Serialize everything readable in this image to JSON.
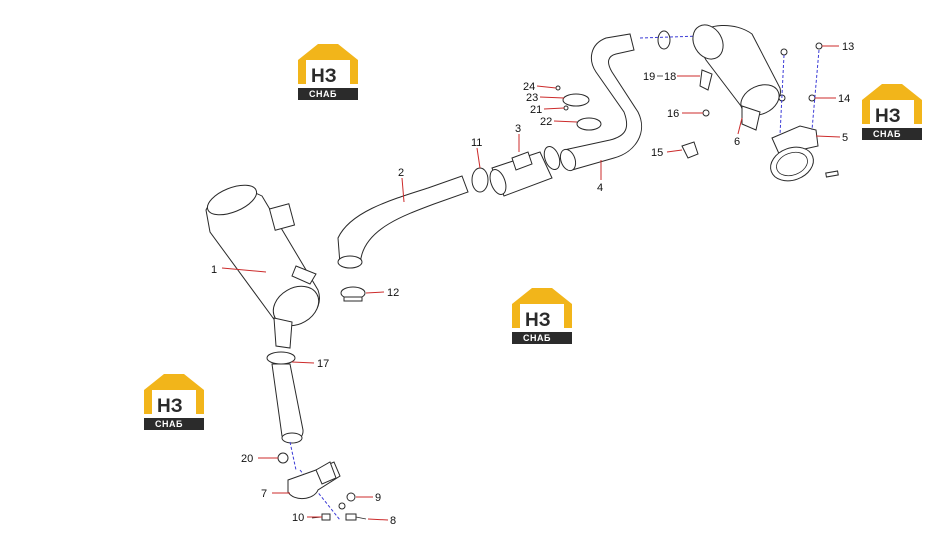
{
  "logos": [
    {
      "letters": "НЗ",
      "caption": "СНАБ"
    },
    {
      "letters": "НЗ",
      "caption": "СНАБ"
    },
    {
      "letters": "НЗ",
      "caption": "СНАБ"
    },
    {
      "letters": "НЗ",
      "caption": "СНАБ"
    }
  ],
  "callouts": [
    "1",
    "2",
    "3",
    "4",
    "5",
    "6",
    "7",
    "8",
    "9",
    "10",
    "11",
    "12",
    "13",
    "14",
    "15",
    "16",
    "17",
    "18",
    "19",
    "20",
    "21",
    "22",
    "23",
    "24"
  ],
  "colors": {
    "leader": "#cc2b2b",
    "logo_yellow": "#f2b51a",
    "logo_dark": "#2b2b2b",
    "axis_dash": "#3b3bd6"
  }
}
